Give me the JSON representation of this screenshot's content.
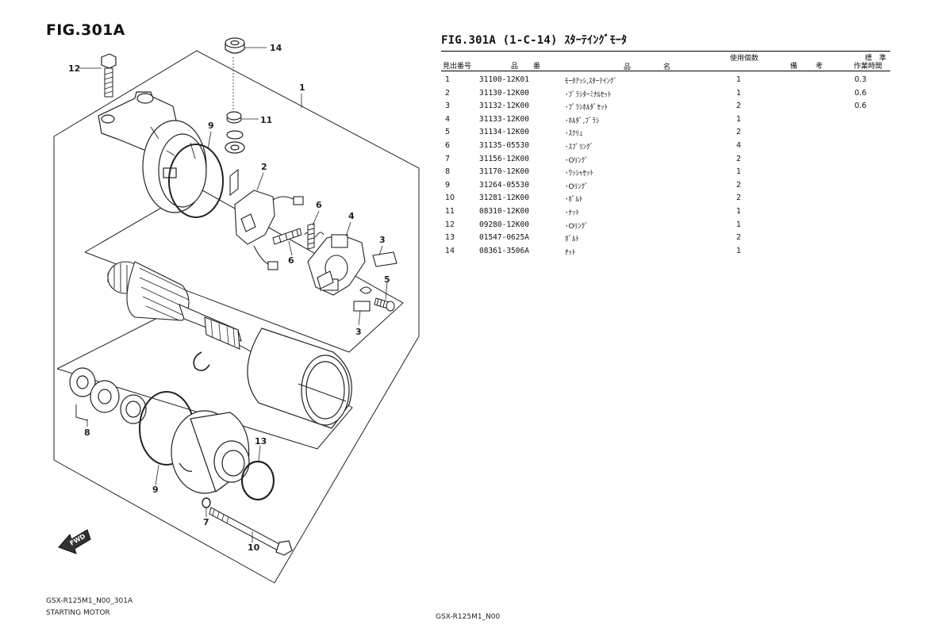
{
  "figure": {
    "title": "FIG.301A",
    "callouts": [
      "1",
      "2",
      "3",
      "3",
      "4",
      "5",
      "6",
      "6",
      "7",
      "8",
      "9",
      "9",
      "10",
      "11",
      "12",
      "13",
      "14"
    ]
  },
  "footer": {
    "model_code": "GSX-R125M1_N00_301A",
    "section": "STARTING MOTOR",
    "page_model": "GSX-R125M1_N00"
  },
  "parts_list": {
    "title": "FIG.301A (1-C-14) ｽﾀｰﾃｲﾝｸﾞﾓｰﾀ",
    "headers": {
      "ref": "見出番号",
      "part_no_a": "品",
      "part_no_b": "番",
      "name_a": "品",
      "name_b": "名",
      "qty": "使用個数",
      "remarks_a": "備",
      "remarks_b": "考",
      "time_a": "標　準",
      "time_b": "作業時間"
    },
    "rows": [
      {
        "no": "1",
        "part": "31100-12K01",
        "name": "ﾓｰﾀｱｯｼ,ｽﾀｰﾃｲﾝｸﾞ",
        "qty": "1",
        "time": "0.3"
      },
      {
        "no": "2",
        "part": "31130-12K00",
        "name": "･ﾌﾞﾗｼﾀｰﾐﾅﾙｾｯﾄ",
        "qty": "1",
        "time": "0.6"
      },
      {
        "no": "3",
        "part": "31132-12K00",
        "name": "･ﾌﾞﾗｼﾎﾙﾀﾞｾｯﾄ",
        "qty": "2",
        "time": "0.6"
      },
      {
        "no": "4",
        "part": "31133-12K00",
        "name": "･ﾎﾙﾀﾞ,ﾌﾞﾗｼ",
        "qty": "1",
        "time": ""
      },
      {
        "no": "5",
        "part": "31134-12K00",
        "name": "･ｽｸﾘｭ",
        "qty": "2",
        "time": ""
      },
      {
        "no": "6",
        "part": "31135-05530",
        "name": "･ｽﾌﾟﾘﾝｸﾞ",
        "qty": "4",
        "time": ""
      },
      {
        "no": "7",
        "part": "31156-12K00",
        "name": "･Oﾘﾝｸﾞ",
        "qty": "2",
        "time": ""
      },
      {
        "no": "8",
        "part": "31170-12K00",
        "name": "･ﾜｯｼｬｾｯﾄ",
        "qty": "1",
        "time": ""
      },
      {
        "no": "9",
        "part": "31264-05530",
        "name": "･Oﾘﾝｸﾞ",
        "qty": "2",
        "time": ""
      },
      {
        "no": "10",
        "part": "31281-12K00",
        "name": "･ﾎﾞﾙﾄ",
        "qty": "2",
        "time": ""
      },
      {
        "no": "11",
        "part": "08310-12K00",
        "name": "･ﾅｯﾄ",
        "qty": "1",
        "time": ""
      },
      {
        "no": "12",
        "part": "09280-12K00",
        "name": "･Oﾘﾝｸﾞ",
        "qty": "1",
        "time": ""
      },
      {
        "no": "13",
        "part": "01547-0625A",
        "name": "ﾎﾞﾙﾄ",
        "qty": "2",
        "time": ""
      },
      {
        "no": "14",
        "part": "08361-3506A",
        "name": "ﾅｯﾄ",
        "qty": "1",
        "time": ""
      }
    ]
  }
}
